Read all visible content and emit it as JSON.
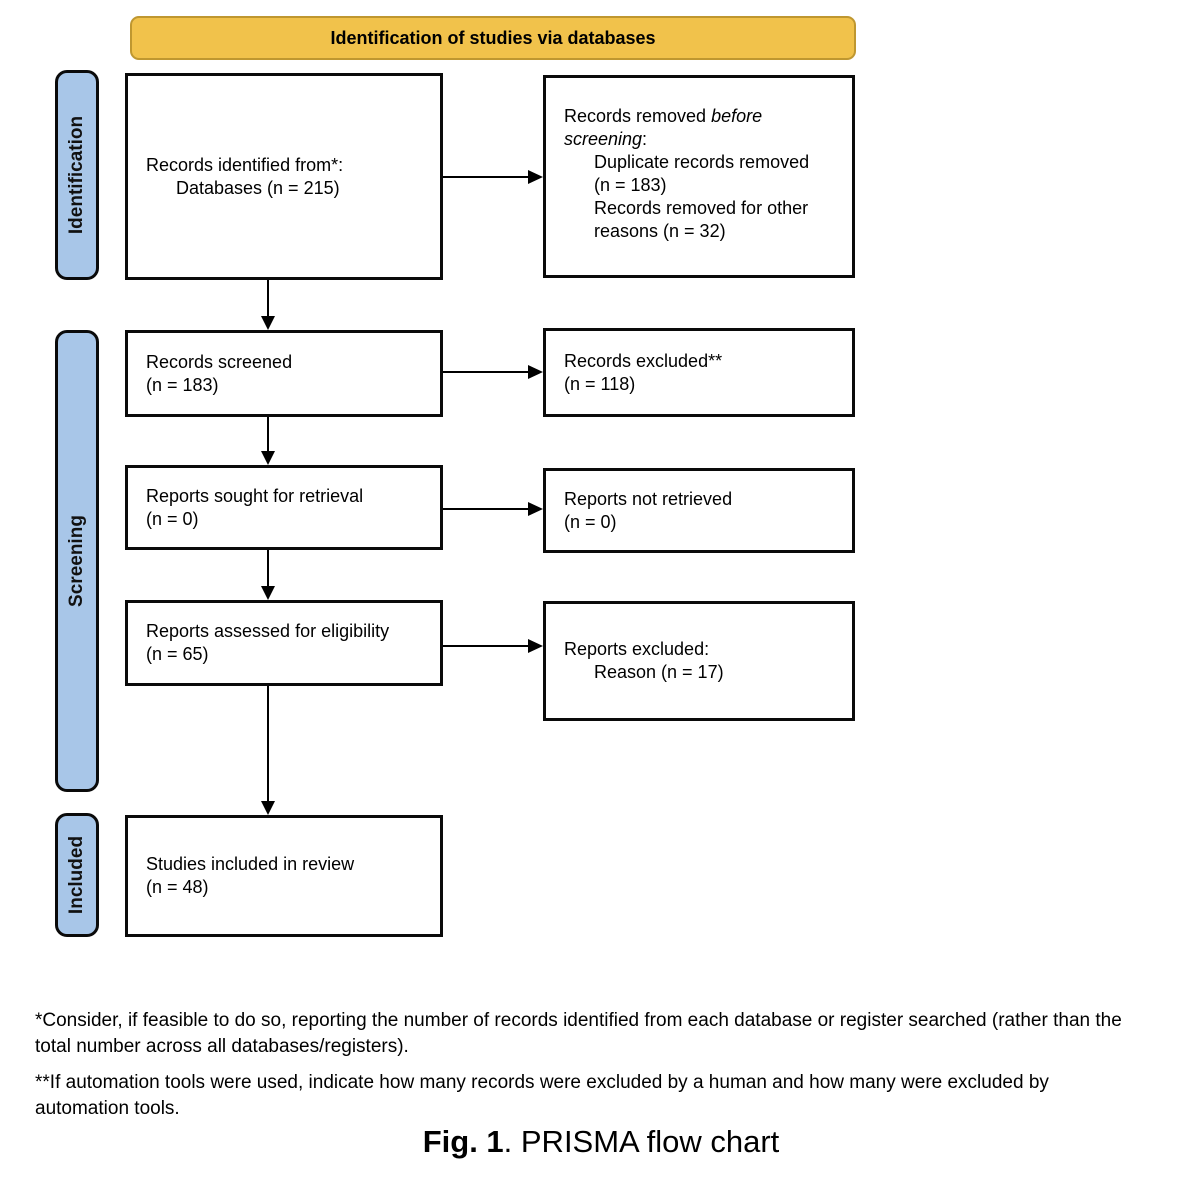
{
  "banner": {
    "label": "Identification of studies via databases"
  },
  "colors": {
    "banner_bg": "#F1C24B",
    "banner_border": "#BF9730",
    "stage_bg": "#A8C6E8",
    "box_border": "#0a0a0a"
  },
  "stages": {
    "identification": "Identification",
    "screening": "Screening",
    "included": "Included"
  },
  "boxes": {
    "identified": {
      "line1": "Records identified from*:",
      "line2": "Databases (n = 215)"
    },
    "removed": {
      "l1_normal": "Records removed ",
      "l1_italic": "before",
      "l2_italic": "screening",
      "l2_normal": ":",
      "item1_line1": "Duplicate records removed",
      "item1_line2": "(n = 183)",
      "item2_line1": "Records removed for other",
      "item2_line2": "reasons (n = 32)"
    },
    "screened": {
      "line1": "Records screened",
      "line2": "(n = 183)"
    },
    "records_excluded": {
      "line1": "Records excluded**",
      "line2": "(n = 118)"
    },
    "sought": {
      "line1": "Reports sought for retrieval",
      "line2": "(n = 0)"
    },
    "not_retrieved": {
      "line1": "Reports not retrieved",
      "line2": "(n = 0)"
    },
    "assessed": {
      "line1": "Reports assessed for eligibility",
      "line2": "(n = 65)"
    },
    "reports_excluded": {
      "line1": "Reports excluded:",
      "line2": "Reason (n = 17)"
    },
    "included_studies": {
      "line1": "Studies included in review",
      "line2": "(n = 48)"
    }
  },
  "footnotes": {
    "fn1_line1": "*Consider, if feasible to do so, reporting the number of records identified from each database or register searched (rather than the",
    "fn1_line2": "total number across all databases/registers).",
    "fn2_line1": "**If automation tools were used, indicate how many records were excluded by a human and how many were excluded by",
    "fn2_line2": "automation tools."
  },
  "caption": {
    "bold": "Fig. 1",
    "rest": ". PRISMA flow chart"
  }
}
